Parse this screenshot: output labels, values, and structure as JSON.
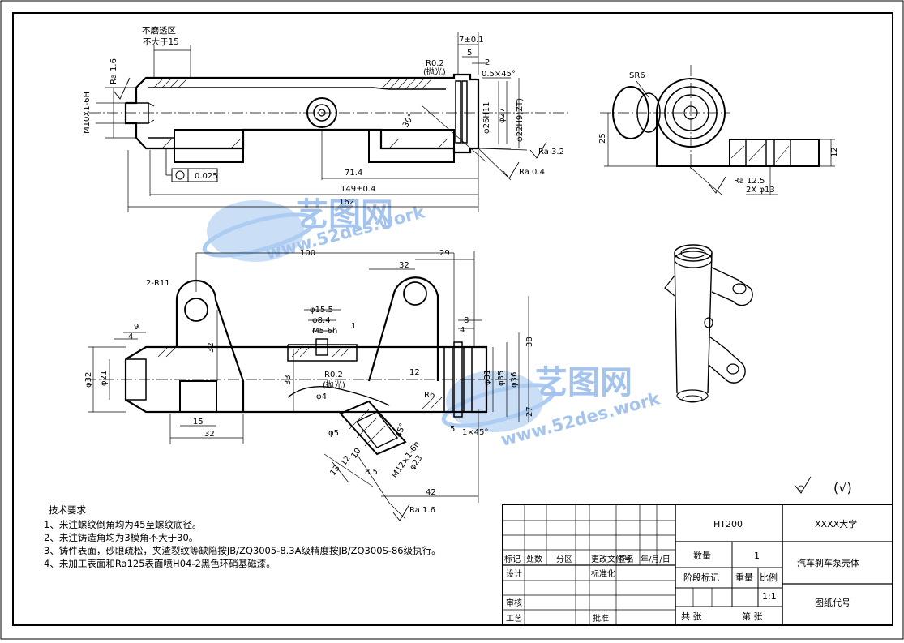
{
  "top_view": {
    "note_line1": "不磨透区",
    "note_line2": "不大于15",
    "ra_left": "Ra 1.6",
    "thread_left": "M10X1-6H",
    "r02": "R0.2",
    "polish": "(抛光)",
    "d7": "7±0.1",
    "d5": "5",
    "d2": "2",
    "chamfer": "0.5×45°",
    "phi26": "φ26H11",
    "phi27": "φ27",
    "phi22": "φ22H9(ZT)",
    "angle30": "30°",
    "ra32": "Ra 3.2",
    "ra04": "Ra 0.4",
    "tol_value": "0.025",
    "d714": "71.4",
    "d149": "149±0.4",
    "d162": "162"
  },
  "side_view": {
    "sr6": "SR6",
    "d25": "25",
    "d12": "12",
    "ra125": "Ra 12.5",
    "holes": "2X φ13"
  },
  "front_view": {
    "d100": "100",
    "d32top": "32",
    "d29": "29",
    "r11": "2-R11",
    "phi155": "φ15.5",
    "phi84": "φ8.4",
    "m5": "M5-6h",
    "d1": "1",
    "d9": "9",
    "d4l": "4",
    "d32v": "32",
    "d8": "8",
    "d4r": "4",
    "d38": "38",
    "phi32": "φ32",
    "phi21": "φ21",
    "d33": "33",
    "r02": "R0.2",
    "polish": "(抛光)",
    "phi4": "φ4",
    "d12": "12",
    "r6": "R6",
    "phi31": "φ31",
    "phi35": "φ35",
    "phi36": "φ36",
    "d27": "27",
    "d15": "15",
    "d32b": "32",
    "d5": "5",
    "chamfer": "1×45°",
    "phi5": "φ5",
    "a45": "45°",
    "d10": "10",
    "d12b": "12",
    "d13": "13",
    "d85": "8.5",
    "m12": "M12×1-6h",
    "phi23": "φ23",
    "d42": "42",
    "ra16": "Ra 1.6"
  },
  "roughness": {
    "symbol_text": "(√)"
  },
  "notes": {
    "title": "技术要求",
    "items": [
      "1、米注螺纹倒角均为45至螺纹底径。",
      "2、未注铸造角均为3模角不大于30。",
      "3、铸件表面，砂眼疏松，夹渣裂纹等缺陷按JB/ZQ3005-8.3A级精度按JB/ZQ300S-86级执行。",
      "4、未加工表面和Ra125表面喷H04-2黑色环硝基磁漆。"
    ]
  },
  "title_block": {
    "material": "HT200",
    "school": "XXXX大学",
    "qty_label": "数量",
    "qty": "1",
    "part_name": "汽车刹车泵壳体",
    "stage_label": "阶段标记",
    "weight_label": "重量",
    "scale_label": "比例",
    "scale": "1:1",
    "drawing_no": "图纸代号",
    "sheets": "共    张",
    "sheet_no": "第    张",
    "rev_mark": "标记",
    "rev_qty": "处数",
    "rev_zone": "分区",
    "rev_doc": "更改文件号",
    "rev_sign": "签名",
    "rev_date": "年/月/日",
    "design": "设计",
    "standard": "标准化",
    "review": "审核",
    "process": "工艺",
    "approve": "批准"
  },
  "watermark": {
    "brand": "艺图网",
    "url": "www.52des.work"
  }
}
